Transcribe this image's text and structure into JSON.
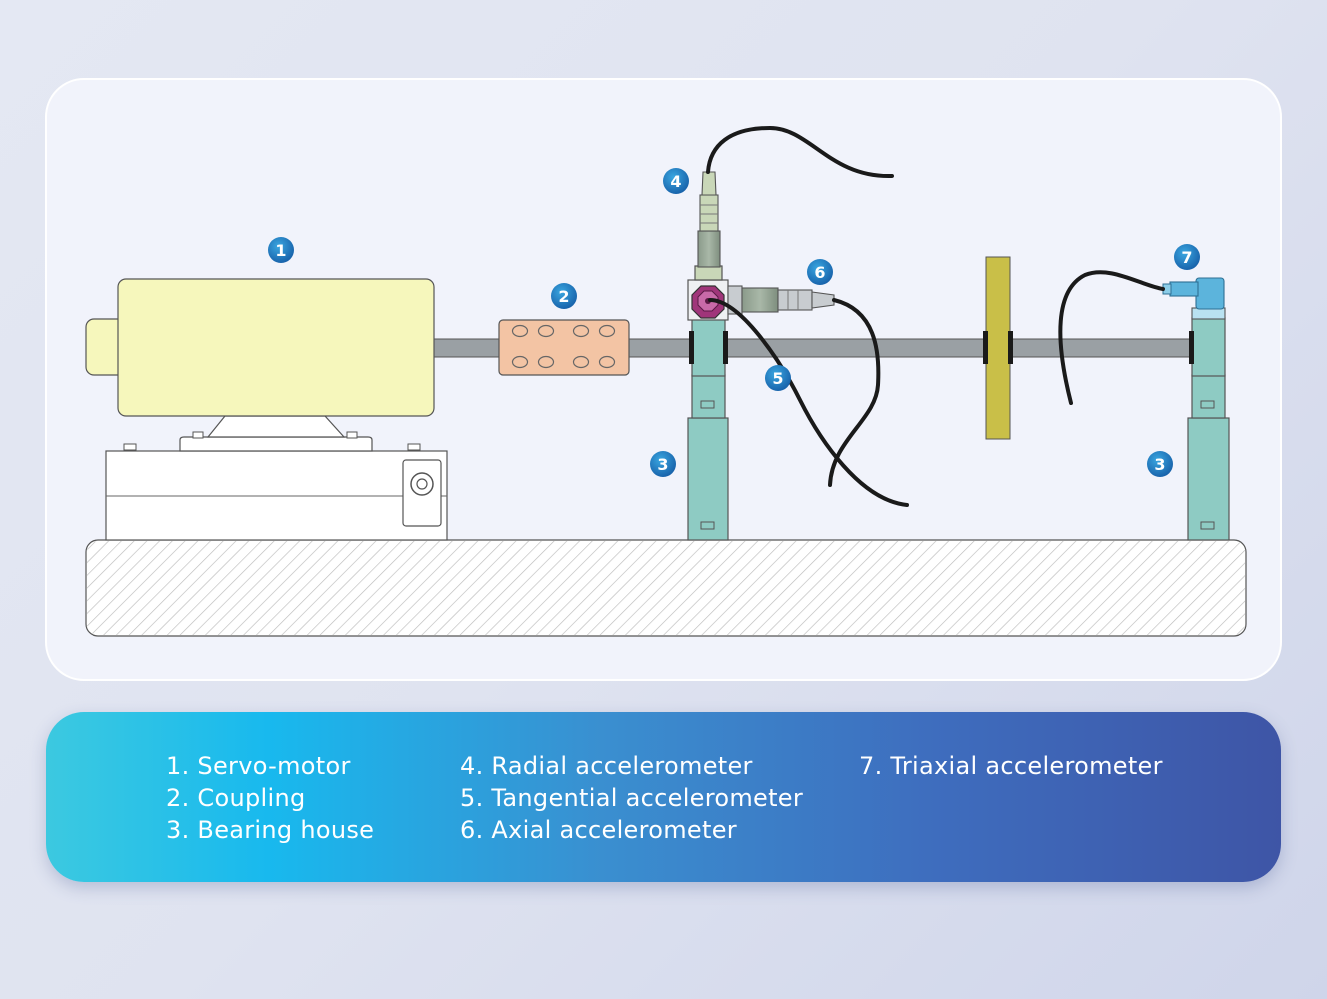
{
  "diagram": {
    "callouts": [
      {
        "id": "1",
        "label": "1"
      },
      {
        "id": "2",
        "label": "2"
      },
      {
        "id": "3a",
        "label": "3"
      },
      {
        "id": "3b",
        "label": "3"
      },
      {
        "id": "4",
        "label": "4"
      },
      {
        "id": "5",
        "label": "5"
      },
      {
        "id": "6",
        "label": "6"
      },
      {
        "id": "7",
        "label": "7"
      }
    ],
    "colors": {
      "motor": "#f6f7bc",
      "coupling": "#f3c4a4",
      "bearing_house": "#8ecbc3",
      "shaft": "#9aa0a4",
      "disc": "#c9bf48",
      "sensor_face": "#a0357a",
      "triaxial": "#5cb4dc",
      "badge": "#1c86c8",
      "cable": "#1a1a1a"
    }
  },
  "legend": {
    "col1": [
      "1.  Servo-motor",
      "2. Coupling",
      "3. Bearing house"
    ],
    "col2": [
      "4. Radial accelerometer",
      "5. Tangential accelerometer",
      "6. Axial accelerometer"
    ],
    "col3": [
      "7. Triaxial accelerometer"
    ]
  }
}
